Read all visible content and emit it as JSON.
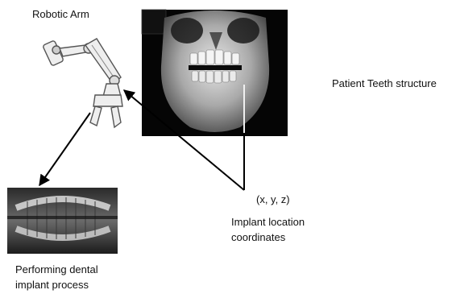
{
  "labels": {
    "robotic_arm": "Robotic Arm",
    "patient_teeth": "Patient Teeth structure",
    "coords": "(x, y, z)",
    "implant_loc_line1": "Implant location",
    "implant_loc_line2": "coordinates",
    "perform_line1": "Performing dental",
    "perform_line2": "implant process"
  },
  "colors": {
    "ct_background": "#050505",
    "bone": "#c8c8c8",
    "arrow": "#000000"
  }
}
